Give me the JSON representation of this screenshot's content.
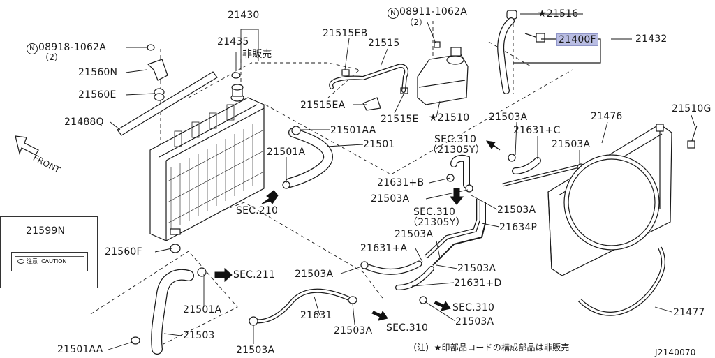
{
  "labels": {
    "p21430": "21430",
    "p21435": "21435",
    "not_for_sale": "非販売",
    "n08918": "08918-1062A",
    "n08918_qty": "（2）",
    "p21560N": "21560N",
    "p21560E": "21560E",
    "p21488Q": "21488Q",
    "front": "FRONT",
    "p21599N": "21599N",
    "caution_jp": "注意",
    "caution_en": "CAUTION",
    "p21560F": "21560F",
    "p21501A_lower": "21501A",
    "p21503_lower": "21503",
    "p21501AA_lower": "21501AA",
    "p21503A_bottom": "21503A",
    "sec211": "SEC.211",
    "p21515EB": "21515EB",
    "p21515": "21515",
    "p21515EA": "21515EA",
    "p21515E": "21515E",
    "n08911": "08911-1062A",
    "n08911_qty": "（2）",
    "p21510": "21510",
    "p21501AA_upper": "21501AA",
    "p21501": "21501",
    "p21501A_upper": "21501A",
    "sec210": "SEC.210",
    "p21516": "21516",
    "p21400F": "21400F",
    "p21432": "21432",
    "p21510G": "21510G",
    "p21476": "21476",
    "p21503A_r1": "21503A",
    "p21631C": "21631+C",
    "p21503A_r2": "21503A",
    "sec310_a": "SEC.310",
    "sec310_a_sub": "（21305Y）",
    "p21631B": "21631+B",
    "p21503A_m1": "21503A",
    "sec310_b": "SEC.310",
    "sec310_b_sub": "（21305Y）",
    "p21503A_m2": "21503A",
    "p21634P": "21634P",
    "p21503A_m3": "21503A",
    "p21631A": "21631+A",
    "p21503A_m4": "21503A",
    "p21503A_m5": "21503A",
    "p21631D": "21631+D",
    "p21631": "21631",
    "sec310_c": "SEC.310",
    "p21503A_m6": "21503A",
    "sec310_d": "SEC.310",
    "p21503A_m7": "21503A",
    "p21477": "21477",
    "footnote": "（注）★印部品コードの構成部品は非販売",
    "diagram_id": "J2140070"
  },
  "symbols": {
    "circle_n": "N",
    "star": "★"
  },
  "colors": {
    "line": "#1a1a1a",
    "highlight": "#b9bde3"
  }
}
